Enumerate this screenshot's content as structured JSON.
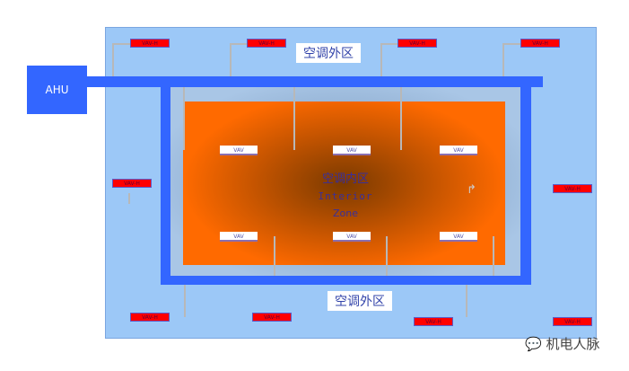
{
  "ahu": {
    "label": "AHU"
  },
  "exterior_zone": {
    "label_top": "空调外区",
    "label_bottom": "空调外区"
  },
  "interior_zone": {
    "label_cn": "空调内区",
    "label_en_1": "Interior",
    "label_en_2": "Zone"
  },
  "exterior_vavs": [
    "VAV-H",
    "VAV-H",
    "VAV-H",
    "VAV-H",
    "VAV-H",
    "VAV-H",
    "VAV-H",
    "VAV-H",
    "VAV-H",
    "VAV-H"
  ],
  "interior_vavs": [
    "VAV",
    "VAV",
    "VAV",
    "VAV",
    "VAV",
    "VAV"
  ],
  "watermark": "机电人脉",
  "colors": {
    "duct": "#3366ff",
    "exterior": "#9cc8f7",
    "interior": "#ff6a00",
    "vav_h": "#ff0000"
  }
}
